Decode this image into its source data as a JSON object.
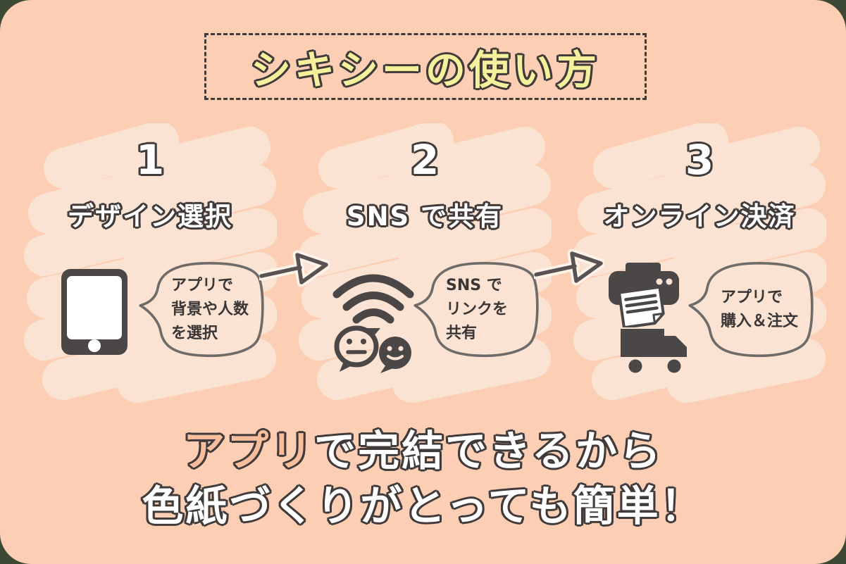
{
  "page": {
    "title": "シキシーの使い方",
    "background_color": "#fccfb4",
    "card_color": "#fbe3d3",
    "title_color": "#f5f09b",
    "outline_color": "#403b3a",
    "icon_color": "#4c4747",
    "highlight_color": "#f7bd9c"
  },
  "steps": [
    {
      "number": "1",
      "label": "デザイン選択",
      "icon": "smartphone-icon",
      "bubble": "アプリで\n背景や人数\nを選択"
    },
    {
      "number": "2",
      "label": "SNS で共有",
      "icon": "wifi-chat-icon",
      "bubble": "SNS で\nリンクを\n共有"
    },
    {
      "number": "3",
      "label": "オンライン決済",
      "icon": "printer-truck-icon",
      "bubble": "アプリで\n購入＆注文"
    }
  ],
  "footer": {
    "line1_highlight": "アプリ",
    "line1_rest": "で完結できるから",
    "line2": "色紙づくりがとっても簡単！"
  }
}
